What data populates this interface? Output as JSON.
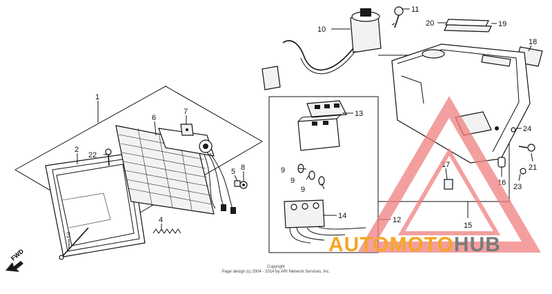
{
  "callouts": {
    "c1": "1",
    "c2": "2",
    "c3": "3",
    "c4": "4",
    "c5": "5",
    "c6": "6",
    "c7": "7",
    "c8": "8",
    "c9a": "9",
    "c9b": "9",
    "c9c": "9",
    "c10": "10",
    "c11": "11",
    "c12": "12",
    "c13": "13",
    "c14": "14",
    "c15": "15",
    "c16": "16",
    "c17": "17",
    "c18": "18",
    "c19": "19",
    "c20": "20",
    "c21": "21",
    "c22": "22",
    "c23": "23",
    "c24": "24"
  },
  "direction_label": "FWD",
  "copyright": {
    "line1": "Copyright",
    "line2": "Page design (c) 2004 - 2014 by ARI Network Services, Inc."
  },
  "watermark": {
    "part1": "AUTOMOTO",
    "part2": "HUB",
    "color_orange": "#f5a623",
    "color_gray": "#7a7a7a",
    "triangle_color": "#f08080"
  }
}
